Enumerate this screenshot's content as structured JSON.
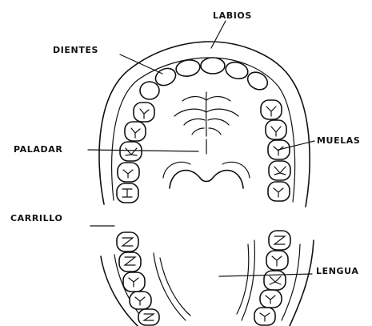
{
  "labels": {
    "labios": "LABIOS",
    "dientes": "DIENTES",
    "paladar": "PALADAR",
    "muelas": "MUELAS",
    "carrillo": "CARRILLO",
    "lengua": "LENGUA"
  }
}
